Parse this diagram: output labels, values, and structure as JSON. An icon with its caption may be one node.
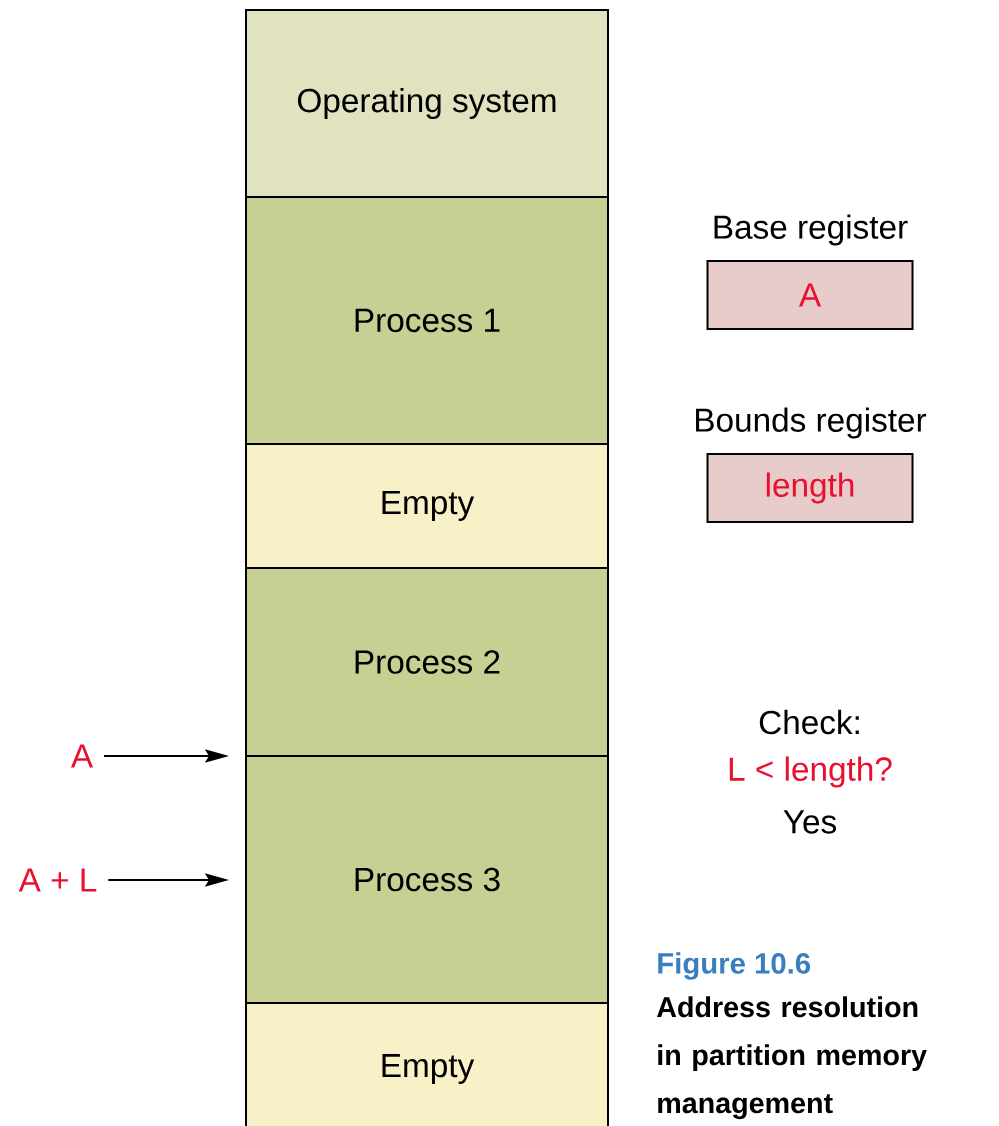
{
  "diagram": {
    "title": "Figure 10.6",
    "caption": "Address resolution in partition memory management",
    "nodes": [
      {
        "text": [
          "Operating system"
        ]
      },
      {
        "text": [
          "Process 1"
        ]
      },
      {
        "text": [
          "Empty"
        ]
      },
      {
        "text": [
          "Process 2"
        ]
      },
      {
        "text": [
          "Process 3"
        ]
      },
      {
        "text": [
          "Empty"
        ]
      },
      {
        "text": [
          "Base register",
          "A"
        ]
      },
      {
        "text": [
          "Bounds register",
          "length"
        ]
      },
      {
        "text": [
          "A"
        ]
      },
      {
        "text": [
          "A + L"
        ]
      }
    ],
    "edges": [
      {
        "from": 8,
        "to": 4,
        "arrow": "to"
      },
      {
        "from": 9,
        "to": 4,
        "arrow": "to"
      }
    ],
    "labels": [
      "Check:",
      "L < length?",
      "Yes"
    ]
  }
}
